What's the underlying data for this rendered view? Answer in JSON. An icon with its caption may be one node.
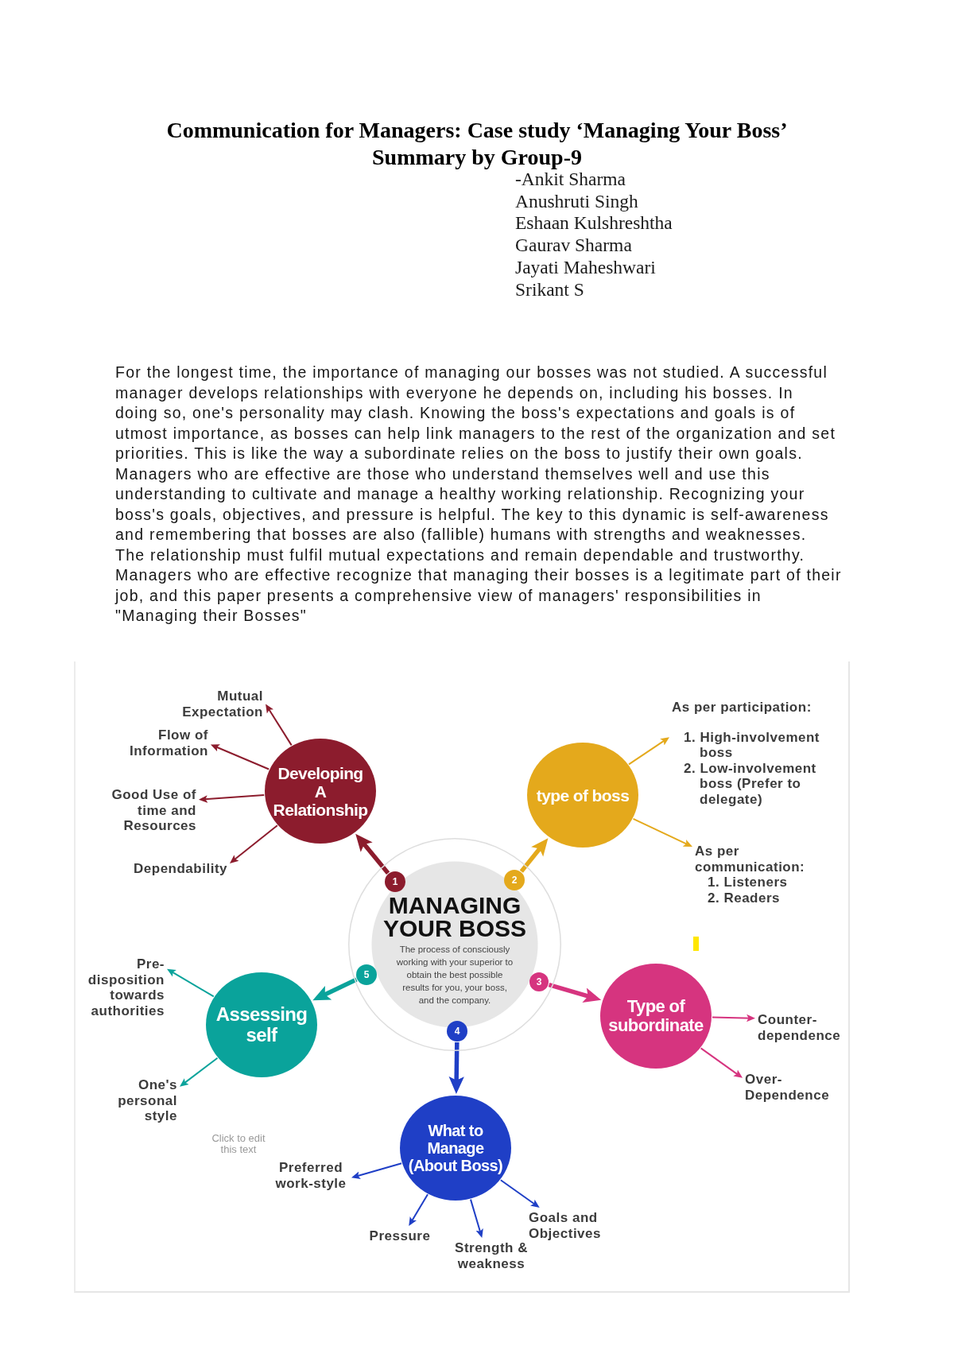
{
  "diagram": {
    "title": "Communication for Managers: Case study ‘Managing Your Boss’ Summary by Group-9",
    "nodes": [
      {
        "text": [
          "MANAGING YOUR BOSS",
          "The process of consciously working with your superior to obtain the best possible results for you, your boss, and the company."
        ]
      },
      {
        "text": [
          "1"
        ],
        "in": 0
      },
      {
        "text": [
          "2"
        ],
        "in": 0
      },
      {
        "text": [
          "3"
        ],
        "in": 0
      },
      {
        "text": [
          "4"
        ],
        "in": 0
      },
      {
        "text": [
          "5"
        ],
        "in": 0
      },
      {
        "text": [
          "Developing A Relationship"
        ]
      },
      {
        "text": [
          "Mutual Expectation"
        ]
      },
      {
        "text": [
          "Flow of Information"
        ]
      },
      {
        "text": [
          "Good Use of time and Resources"
        ]
      },
      {
        "text": [
          "Dependability"
        ]
      },
      {
        "text": [
          "type of boss"
        ]
      },
      {
        "text": [
          "As per participation:",
          "1. High-involvement boss",
          "2. Low-involvement boss (Prefer to delegate)"
        ]
      },
      {
        "text": [
          "As per communication:",
          "1. Listeners",
          "2. Readers"
        ]
      },
      {
        "text": [
          "Type of subordinate"
        ]
      },
      {
        "text": [
          "Counter-dependence"
        ]
      },
      {
        "text": [
          "Over-Dependence"
        ]
      },
      {
        "text": [
          "What to Manage (About Boss)"
        ]
      },
      {
        "text": [
          "Preferred work-style"
        ]
      },
      {
        "text": [
          "Pressure"
        ]
      },
      {
        "text": [
          "Strength & weakness"
        ]
      },
      {
        "text": [
          "Goals and Objectives"
        ]
      },
      {
        "text": [
          "Assessing self"
        ]
      },
      {
        "text": [
          "Pre-disposition towards authorities"
        ]
      },
      {
        "text": [
          "One's personal style"
        ]
      }
    ],
    "edges": [
      {
        "from": 1,
        "to": 6,
        "arrow": "to",
        "style": "thick",
        "color": "#8c1c2d"
      },
      {
        "from": 6,
        "to": 7,
        "arrow": "to",
        "color": "#8c1c2d"
      },
      {
        "from": 6,
        "to": 8,
        "arrow": "to",
        "color": "#8c1c2d"
      },
      {
        "from": 6,
        "to": 9,
        "arrow": "to",
        "color": "#8c1c2d"
      },
      {
        "from": 6,
        "to": 10,
        "arrow": "to",
        "color": "#8c1c2d"
      },
      {
        "from": 2,
        "to": 11,
        "arrow": "to",
        "style": "thick",
        "color": "#e4a91c"
      },
      {
        "from": 11,
        "to": 12,
        "arrow": "to",
        "color": "#e4a91c"
      },
      {
        "from": 11,
        "to": 13,
        "arrow": "to",
        "color": "#e4a91c"
      },
      {
        "from": 3,
        "to": 14,
        "arrow": "to",
        "style": "thick",
        "color": "#d6347f"
      },
      {
        "from": 14,
        "to": 15,
        "arrow": "to",
        "color": "#d6347f"
      },
      {
        "from": 14,
        "to": 16,
        "arrow": "to",
        "color": "#d6347f"
      },
      {
        "from": 4,
        "to": 17,
        "arrow": "to",
        "style": "thick",
        "color": "#1f3fc6"
      },
      {
        "from": 17,
        "to": 18,
        "arrow": "to",
        "color": "#1f3fc6"
      },
      {
        "from": 17,
        "to": 19,
        "arrow": "to",
        "color": "#1f3fc6"
      },
      {
        "from": 17,
        "to": 20,
        "arrow": "to",
        "color": "#1f3fc6"
      },
      {
        "from": 17,
        "to": 21,
        "arrow": "to",
        "color": "#1f3fc6"
      },
      {
        "from": 5,
        "to": 22,
        "arrow": "to",
        "style": "thick",
        "color": "#0aa39b"
      },
      {
        "from": 22,
        "to": 23,
        "arrow": "to",
        "color": "#0aa39b"
      },
      {
        "from": 22,
        "to": 24,
        "arrow": "to",
        "color": "#0aa39b"
      }
    ],
    "labels": [
      "-Ankit Sharma",
      "Anushruti Singh",
      "Eshaan Kulshreshtha",
      "Gaurav Sharma",
      "Jayati Maheshwari",
      "Srikant S",
      "For the longest time, the importance of managing our bosses was not studied. A successful manager develops relationships with everyone he depends on, including his bosses. In doing so, one's personality may clash. Knowing the boss's expectations and goals is of utmost importance, as bosses can help link managers to the rest of the organization and set priorities. This is like the way a subordinate relies on the boss to justify their own goals. Managers who are effective are those who understand themselves well and use this understanding to cultivate and manage a healthy working relationship. Recognizing your boss's goals, objectives, and pressure is helpful. The key to this dynamic is self-awareness and remembering that bosses are also (fallible) humans with strengths and weaknesses. The relationship must fulfil mutual expectations and remain dependable and trustworthy. Managers who are effective recognize that managing their bosses is a legitimate part of their job, and this paper presents a comprehensive view of managers' responsibilities in \"Managing their Bosses\"",
      "Click to edit this text"
    ]
  }
}
